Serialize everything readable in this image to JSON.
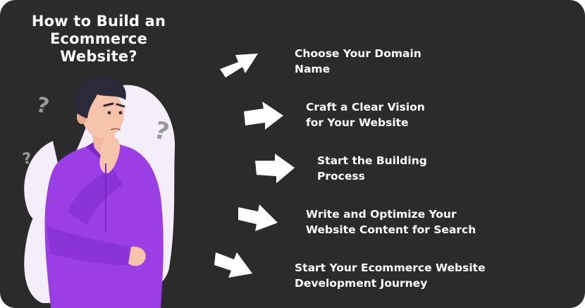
{
  "title": {
    "line1": "How to Build an",
    "line2": "Ecommerce",
    "line3": "Website?"
  },
  "steps": [
    {
      "line1": "Choose Your Domain",
      "line2": "Name"
    },
    {
      "line1": "Craft a Clear Vision",
      "line2": "for Your Website"
    },
    {
      "line1": "Start the Building",
      "line2": "Process"
    },
    {
      "line1": "Write and Optimize Your",
      "line2": "Website Content for Search"
    },
    {
      "line1": "Start Your Ecommerce Website",
      "line2": "Development Journey"
    }
  ],
  "icons": {
    "arrow": "arrow-right-icon",
    "question": "question-mark-icon"
  },
  "colors": {
    "background": "#2b2b2b",
    "text": "#ffffff",
    "shirt": "#9b3ee6",
    "blob": "#f3eefa",
    "hair": "#2a2a3a",
    "question_marks": "#9a9a9a"
  }
}
